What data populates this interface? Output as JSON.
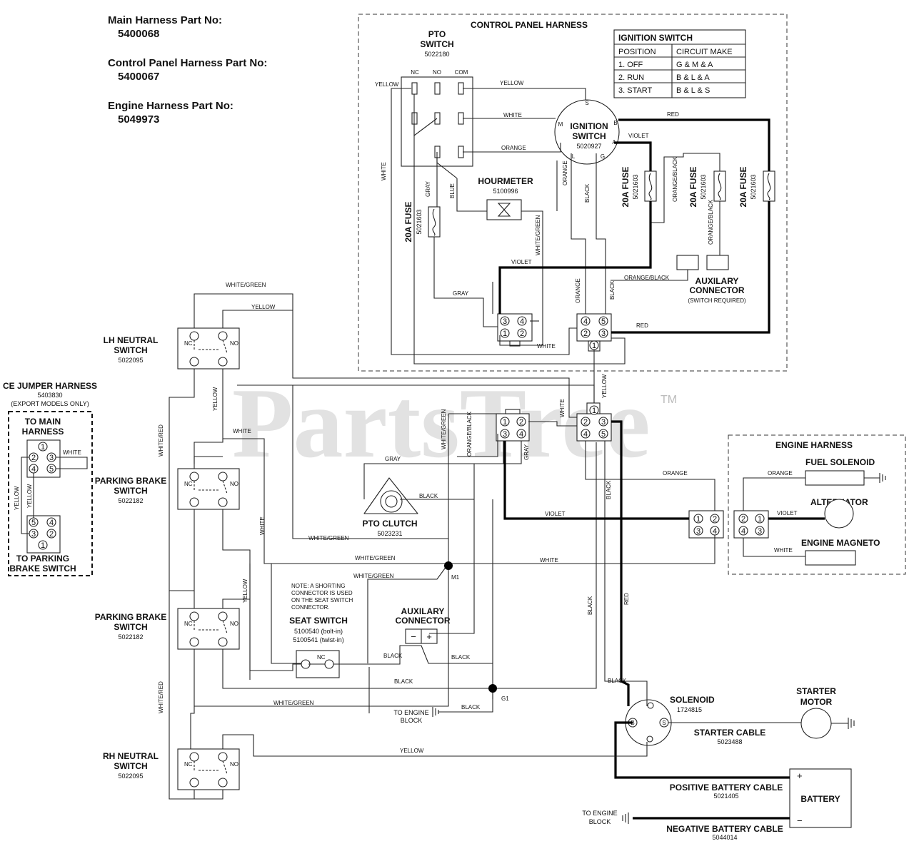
{
  "part_numbers": [
    {
      "label": "Main Harness Part No:",
      "value": "5400068"
    },
    {
      "label": "Control Panel Harness Part No:",
      "value": "5400067"
    },
    {
      "label": "Engine Harness Part No:",
      "value": "5049973"
    }
  ],
  "watermark": {
    "text": "PartsTree",
    "tm": "TM"
  },
  "control_panel": {
    "title": "CONTROL PANEL HARNESS",
    "pto_switch": {
      "name": "PTO",
      "name2": "SWITCH",
      "part": "5022180",
      "nc": "NC",
      "no": "NO",
      "com": "COM"
    },
    "ignition_switch": {
      "name": "IGNITION",
      "name2": "SWITCH",
      "part": "5020927",
      "s": "S",
      "m": "M",
      "b": "B",
      "a": "A",
      "l": "L",
      "g": "G"
    },
    "ignition_table": {
      "title": "IGNITION SWITCH",
      "headers": [
        "POSITION",
        "CIRCUIT MAKE"
      ],
      "rows": [
        [
          "1. OFF",
          "G & M & A"
        ],
        [
          "2. RUN",
          "B & L & A"
        ],
        [
          "3. START",
          "B & L & S"
        ]
      ]
    },
    "hourmeter": {
      "name": "HOURMETER",
      "part": "5100996"
    },
    "fuse_label": "20A FUSE",
    "fuse_part": "5021603",
    "aux_connector": {
      "name": "AUXILARY",
      "name2": "CONNECTOR",
      "note": "(SWITCH REQUIRED)"
    }
  },
  "engine_harness": {
    "title": "ENGINE HARNESS",
    "fuel_solenoid": "FUEL SOLENOID",
    "alternator": "ALTERNATOR",
    "engine_magneto": "ENGINE MAGNETO"
  },
  "ce_jumper": {
    "title": "CE JUMPER HARNESS",
    "part": "5403830",
    "note": "(EXPORT MODELS ONLY)",
    "to_main": "TO MAIN",
    "to_main2": "HARNESS",
    "to_parking": "TO PARKING",
    "to_parking2": "BRAKE SWITCH"
  },
  "switches": {
    "lh_neutral": {
      "name": "LH NEUTRAL",
      "name2": "SWITCH",
      "part": "5022095"
    },
    "parking_brake_1": {
      "name": "PARKING BRAKE",
      "name2": "SWITCH",
      "part": "5022182"
    },
    "parking_brake_2": {
      "name": "PARKING BRAKE",
      "name2": "SWITCH",
      "part": "5022182"
    },
    "rh_neutral": {
      "name": "RH NEUTRAL",
      "name2": "SWITCH",
      "part": "5022095"
    },
    "nc": "NC",
    "no": "NO"
  },
  "pto_clutch": {
    "name": "PTO CLUTCH",
    "part": "5023231"
  },
  "seat_switch": {
    "note1": "NOTE: A SHORTING",
    "note2": "CONNECTOR IS USED",
    "note3": "ON THE SEAT SWITCH",
    "note4": "CONNECTOR.",
    "name": "SEAT SWITCH",
    "part1": "5100540 (bolt-in)",
    "part2": "5100541 (twist-in)",
    "nc": "NC"
  },
  "aux_connector_main": {
    "name": "AUXILARY",
    "name2": "CONNECTOR",
    "minus": "−",
    "plus": "+"
  },
  "solenoid": {
    "name": "SOLENOID",
    "part": "1724815",
    "b": "B",
    "s": "S"
  },
  "starter_motor": {
    "name": "STARTER",
    "name2": "MOTOR"
  },
  "starter_cable": {
    "name": "STARTER CABLE",
    "part": "5023488"
  },
  "battery": {
    "name": "BATTERY",
    "plus": "+",
    "minus": "−"
  },
  "positive_cable": {
    "name": "POSITIVE BATTERY CABLE",
    "part": "5021405"
  },
  "negative_cable": {
    "name": "NEGATIVE BATTERY CABLE",
    "part": "5044014"
  },
  "ground": {
    "to_engine": "TO ENGINE",
    "block": "BLOCK"
  },
  "junctions": {
    "m1": "M1",
    "g1": "G1"
  },
  "wires": {
    "yellow": "YELLOW",
    "white": "WHITE",
    "orange": "ORANGE",
    "red": "RED",
    "violet": "VIOLET",
    "gray": "GRAY",
    "blue": "BLUE",
    "black": "BLACK",
    "white_green": "WHITE/GREEN",
    "white_red": "WHITE/RED",
    "orange_black": "ORANGE/BLACK"
  }
}
